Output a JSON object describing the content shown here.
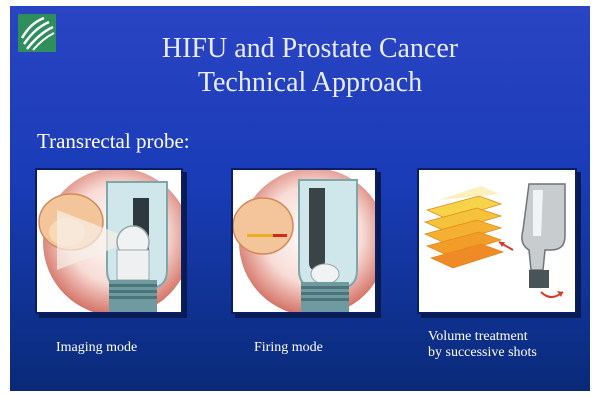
{
  "slide": {
    "title_line1": "HIFU and Prostate Cancer",
    "title_line2": "Technical Approach",
    "subtitle": "Transrectal probe:"
  },
  "panels": [
    {
      "caption": "Imaging mode"
    },
    {
      "caption": "Firing mode"
    },
    {
      "caption_line1": "Volume treatment",
      "caption_line2": "by successive shots"
    }
  ],
  "colors": {
    "background_top": "#2a44c4",
    "background_bottom": "#0a2a78",
    "logo": "#2f8f5c",
    "text": "#ffffff"
  },
  "icons": [
    "wave-logo-icon"
  ]
}
